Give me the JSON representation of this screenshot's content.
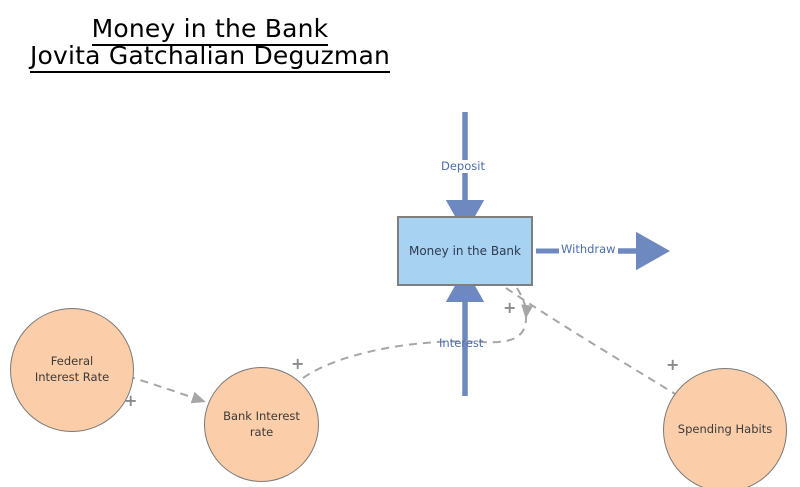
{
  "title": {
    "line1": "Money in the Bank",
    "line2": "Jovita Gatchalian Deguzman"
  },
  "colors": {
    "stock_fill": "#A7D2F2",
    "stock_border": "#7F7F7F",
    "variable_fill": "#FBCDA8",
    "variable_border": "#7A7A7A",
    "flow_arrow": "#6E88C0",
    "flow_label_text": "#4A6DAF",
    "causal_link": "#A6A6A6",
    "polarity_text": "#8A8A8A",
    "node_label_text": "#3B3B3B",
    "background": "#FFFFFF"
  },
  "nodes": {
    "stock": {
      "label": "Money in the Bank",
      "shape": "rectangle"
    },
    "federal": {
      "label_line1": "Federal",
      "label_line2": "Interest Rate",
      "shape": "circle"
    },
    "bank": {
      "label_line1": "Bank Interest",
      "label_line2": "rate",
      "shape": "circle"
    },
    "spending": {
      "label": "Spending Habits",
      "shape": "circle"
    }
  },
  "flows": {
    "deposit": {
      "label": "Deposit",
      "direction": "into-stock",
      "from": "top"
    },
    "withdraw": {
      "label": "Withdraw",
      "direction": "out-of-stock",
      "to": "right"
    },
    "interest": {
      "label": "Interest",
      "direction": "into-stock",
      "from": "bottom"
    }
  },
  "links": [
    {
      "from": "Federal Interest Rate",
      "to": "Bank Interest rate",
      "polarity": "+"
    },
    {
      "from": "Bank Interest rate",
      "to": "Interest",
      "polarity": "+"
    },
    {
      "from": "Money in the Bank",
      "to": "Interest",
      "polarity": "+"
    },
    {
      "from": "Money in the Bank",
      "to": "Spending Habits",
      "polarity": "+"
    }
  ],
  "polarity_marks": {
    "fed_to_bank": "+",
    "bank_to_money": "+",
    "money_to_interest": "+",
    "money_to_spending": "+"
  }
}
